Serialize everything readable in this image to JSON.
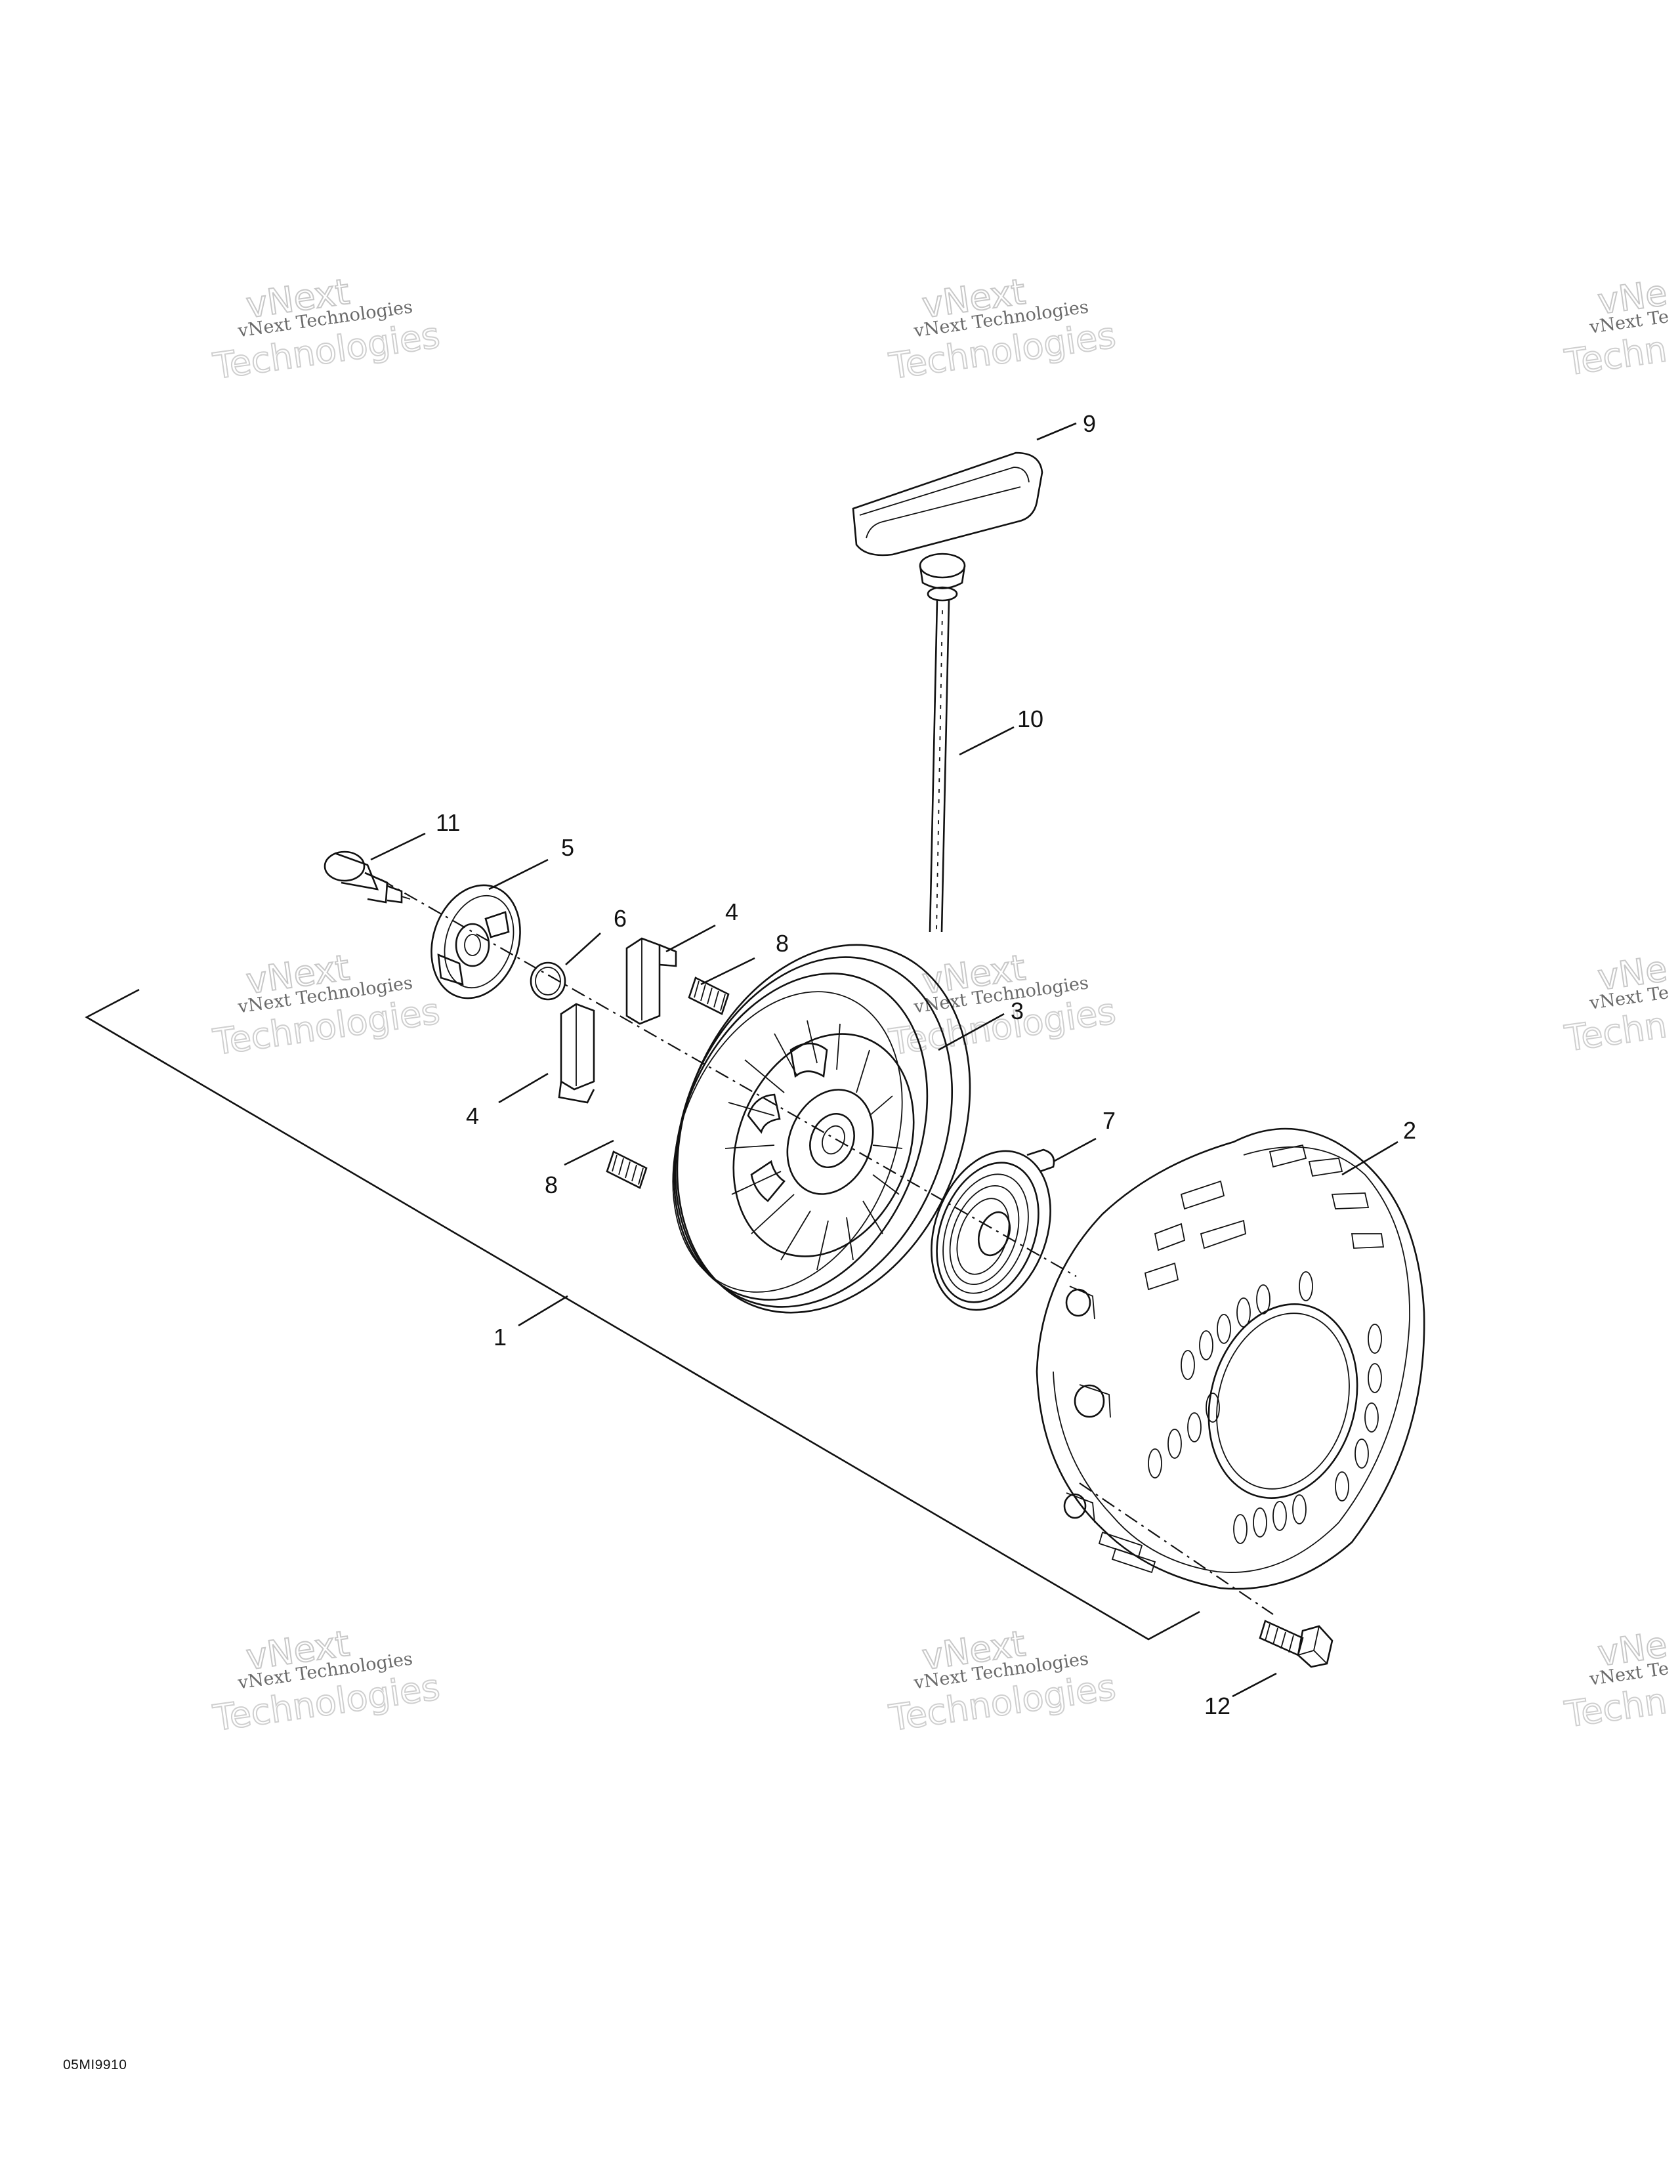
{
  "diagram": {
    "callouts": [
      {
        "id": "c1",
        "label": "1"
      },
      {
        "id": "c2",
        "label": "2"
      },
      {
        "id": "c3",
        "label": "3"
      },
      {
        "id": "c4a",
        "label": "4"
      },
      {
        "id": "c4b",
        "label": "4"
      },
      {
        "id": "c5",
        "label": "5"
      },
      {
        "id": "c6",
        "label": "6"
      },
      {
        "id": "c7",
        "label": "7"
      },
      {
        "id": "c8a",
        "label": "8"
      },
      {
        "id": "c8b",
        "label": "8"
      },
      {
        "id": "c9",
        "label": "9"
      },
      {
        "id": "c10",
        "label": "10"
      },
      {
        "id": "c11",
        "label": "11"
      },
      {
        "id": "c12",
        "label": "12"
      }
    ],
    "document_code": "05MI9910"
  },
  "watermark": {
    "line_small": "vNext Technologies",
    "line_big_top": "vNext",
    "line_big_bottom": "Technologies",
    "line_small_clipped": "vNext Te",
    "line_big_top_clipped": "vNe",
    "line_big_bottom_clipped": "Techn"
  }
}
